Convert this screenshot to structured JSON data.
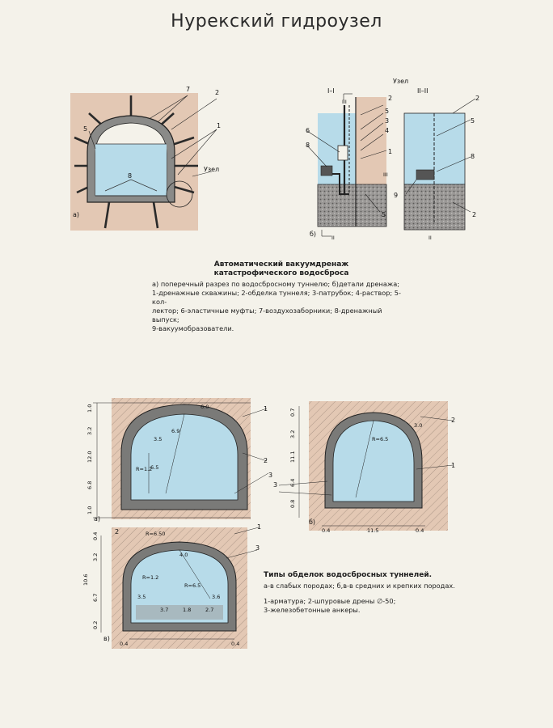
{
  "title": "Нурекский гидроузел",
  "top_figure": {
    "caption_title_1": "Автоматический вакуумдренаж",
    "caption_title_2": "катастрофического водосброса",
    "caption_line_1": "а) поперечный разрез по водосбросному туннелю; б)детали дренажа;",
    "caption_line_2": "1-дренажные скважины; 2-обделка туннеля; 3-патрубок; 4-раствор; 5-кол-",
    "caption_line_3": "лектор; 6-эластичные муфты; 7-воздухозаборники; 8-дренажный выпуск;",
    "caption_line_4": "9-вакуумобразователи.",
    "label_a": "а)",
    "label_b": "б)",
    "label_uzel": "Узел",
    "label_uzel2": "Узел",
    "section_1": "I–I",
    "section_2": "II–II",
    "callouts_a": [
      "7",
      "2",
      "5",
      "1",
      "8"
    ],
    "callouts_b_left": [
      "2",
      "5",
      "3",
      "4",
      "1",
      "6",
      "8",
      "5"
    ],
    "callouts_b_right": [
      "2",
      "5",
      "8",
      "9",
      "2"
    ],
    "marks_b": [
      "III",
      "III",
      "II",
      "II"
    ]
  },
  "bottom_figure": {
    "caption_title": "Типы обделок водосбросных туннелей.",
    "caption_line_1": "а-в слабых породах; б,в-в средних и крепких породах.",
    "caption_line_2": "1-арматура; 2-шпуровые дрены ∅-50;",
    "caption_line_3": "3-железобетонные анкеры.",
    "label_a": "а)",
    "label_b": "б)",
    "label_v": "в)",
    "dims_a": [
      "1.0",
      "3.2",
      "12.0",
      "6.8",
      "1.0",
      "3.5",
      "6.0",
      "6.9",
      "6.5",
      "R=1.2"
    ],
    "dims_b": [
      "0.7",
      "3.2",
      "11.1",
      "6.4",
      "0.8",
      "0.4",
      "11.5",
      "0.4",
      "R=6.5",
      "3.0"
    ],
    "dims_v": [
      "0.4",
      "3.2",
      "10.6",
      "6.7",
      "0.2",
      "R=1.2",
      "3.5",
      "3.7",
      "1.8",
      "2.7",
      "R=6.5",
      "3.6",
      "4.0",
      "R=6.50",
      "0.4",
      "0.4"
    ],
    "callouts": [
      "1",
      "2",
      "3",
      "2",
      "1",
      "3",
      "1",
      "2",
      "3"
    ]
  },
  "colors": {
    "rock": "#e3c8b4",
    "water": "#b7dbe9",
    "concrete": "#8a8a88",
    "paper": "#f4f2ea"
  }
}
